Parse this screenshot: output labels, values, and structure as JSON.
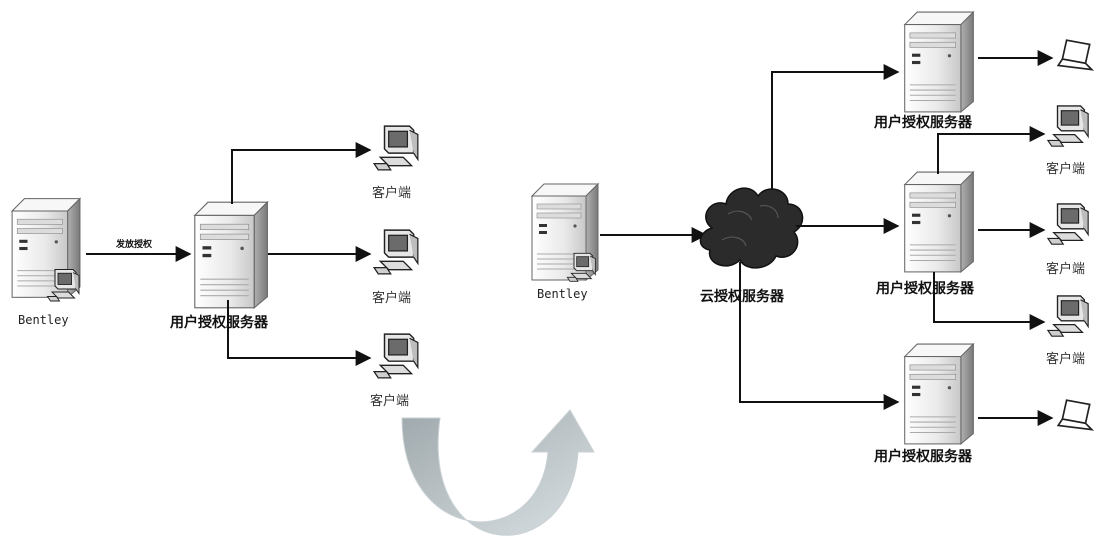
{
  "left": {
    "source_label": "Bentley",
    "edge_label": "发放授权",
    "server_label": "用户授权服务器",
    "client_labels": [
      "客户端",
      "客户端",
      "客户端"
    ]
  },
  "right": {
    "source_label": "Bentley",
    "cloud_label": "云授权服务器",
    "server_labels": [
      "用户授权服务器",
      "用户授权服务器",
      "用户授权服务器"
    ],
    "client_labels": [
      "客户端",
      "客户端",
      "客户端"
    ]
  },
  "colors": {
    "line": "#111111",
    "server_body": "#f2f2f2",
    "server_shade": "#9a9a9a",
    "cloud": "#2a2a2a",
    "transition_arrow": "#b8c2c6"
  },
  "icons": [
    "server-icon",
    "desktop-client-icon",
    "laptop-icon",
    "cloud-icon",
    "curved-arrow-icon"
  ]
}
